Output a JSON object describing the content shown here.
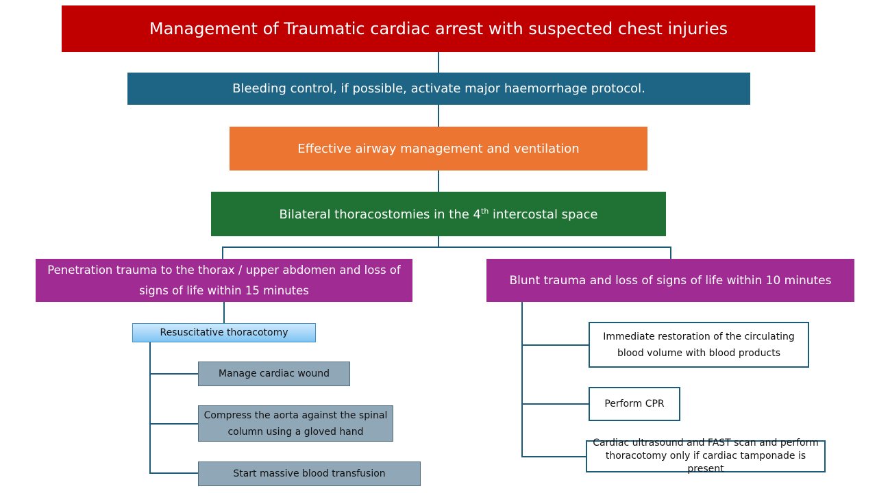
{
  "title": "Management of Traumatic cardiac arrest with suspected chest injuries",
  "steps": [
    "Bleeding control, if possible, activate major haemorrhage protocol.",
    "Effective airway management and ventilation",
    {
      "before": "Bilateral thoracostomies in the 4",
      "sup": "th",
      "after": " intercostal space"
    }
  ],
  "branches": {
    "left": {
      "heading": "Penetration trauma to the thorax / upper abdomen and loss of signs of life within 15 minutes",
      "subheading": "Resuscitative thoracotomy",
      "items": [
        "Manage cardiac wound",
        "Compress the aorta against the spinal column using a gloved hand",
        "Start massive blood transfusion"
      ]
    },
    "right": {
      "heading": "Blunt trauma and loss of signs of life within 10 minutes",
      "items": [
        "Immediate restoration of the circulating blood volume with blood products",
        "Perform CPR",
        "Cardiac ultrasound and FAST scan and perform thoracotomy only if cardiac tamponade is present"
      ]
    }
  },
  "colors": {
    "title": "#c00000",
    "step1": "#1e6485",
    "step2": "#ec7531",
    "step3": "#1f7233",
    "branch": "#a02b93",
    "connector": "#1c5a7a"
  }
}
